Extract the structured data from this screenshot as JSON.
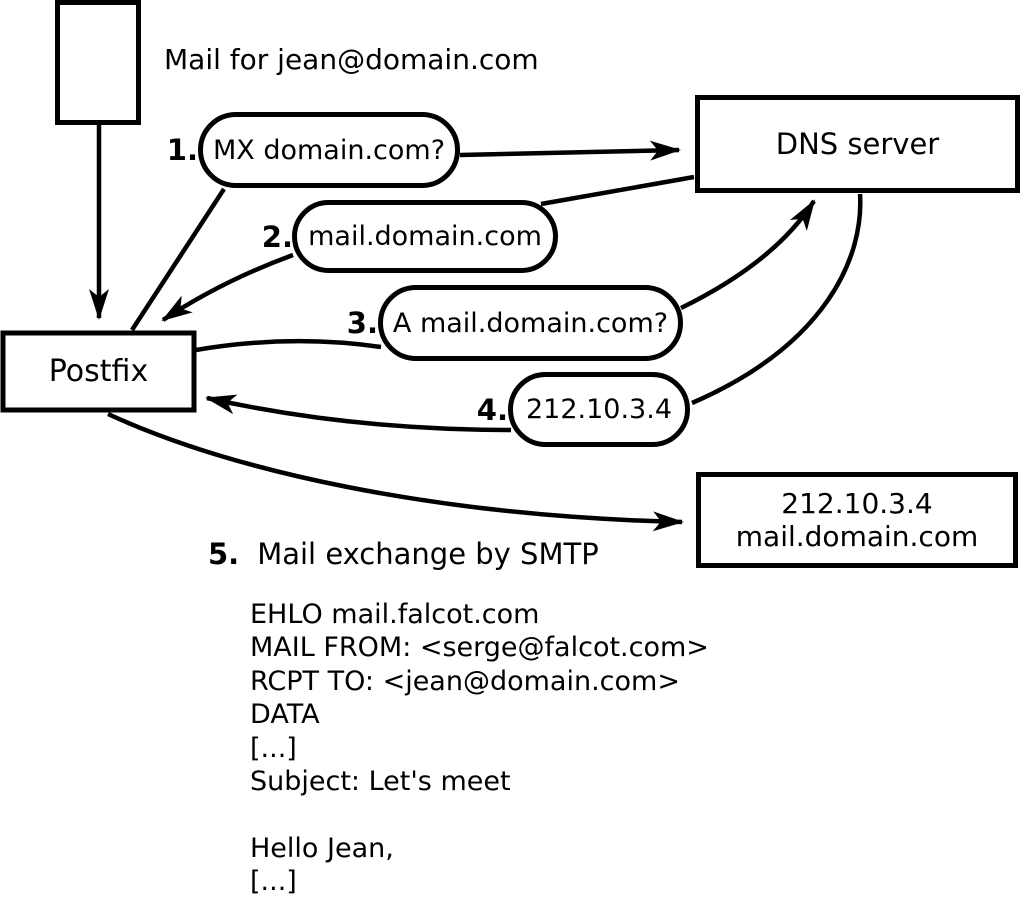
{
  "diagram": {
    "title": "Mail for jean@domain.com",
    "nodes": {
      "postfix": {
        "label": "Postfix"
      },
      "dns_server": {
        "label": "DNS server"
      },
      "mail_server": {
        "lines": [
          "212.10.3.4",
          "mail.domain.com"
        ]
      }
    },
    "steps": [
      {
        "number": "1.",
        "label": "MX domain.com?"
      },
      {
        "number": "2.",
        "label": "mail.domain.com"
      },
      {
        "number": "3.",
        "label": "A mail.domain.com?"
      },
      {
        "number": "4.",
        "label": "212.10.3.4"
      },
      {
        "number": "5.",
        "label": "Mail exchange by SMTP"
      }
    ],
    "smtp_session": {
      "lines": [
        "EHLO mail.falcot.com",
        "MAIL FROM: <serge@falcot.com>",
        "RCPT TO: <jean@domain.com>",
        "DATA",
        "[...]",
        "Subject: Let's meet",
        "",
        "Hello Jean,",
        "[...]",
        "."
      ]
    },
    "colors": {
      "stroke": "#000000",
      "background": "#ffffff"
    }
  }
}
